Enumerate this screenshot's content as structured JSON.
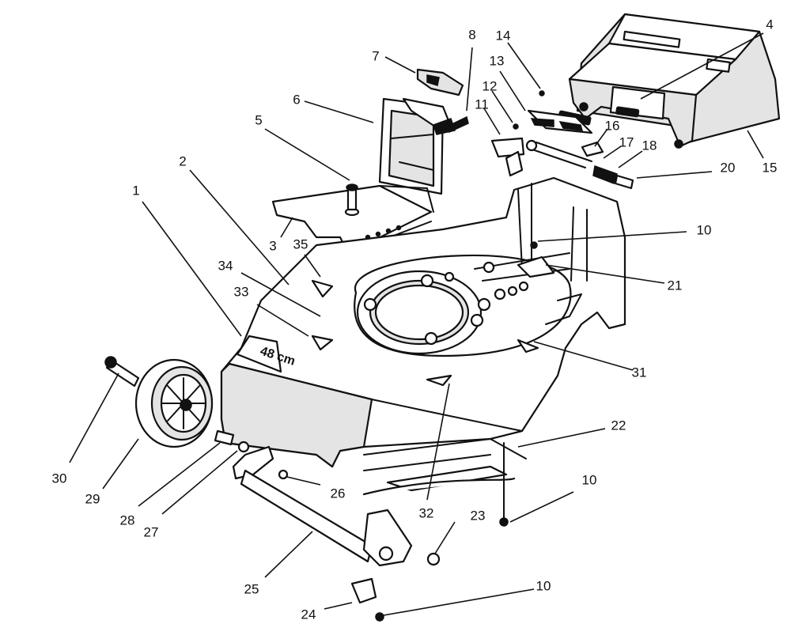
{
  "callouts": [
    "1",
    "2",
    "3",
    "4",
    "5",
    "6",
    "7",
    "8",
    "10",
    "10",
    "10",
    "10",
    "11",
    "12",
    "13",
    "14",
    "15",
    "16",
    "17",
    "18",
    "20",
    "21",
    "22",
    "23",
    "24",
    "25",
    "26",
    "27",
    "28",
    "29",
    "30",
    "31",
    "32",
    "33",
    "34",
    "35"
  ],
  "deck_marking": "48 cm"
}
